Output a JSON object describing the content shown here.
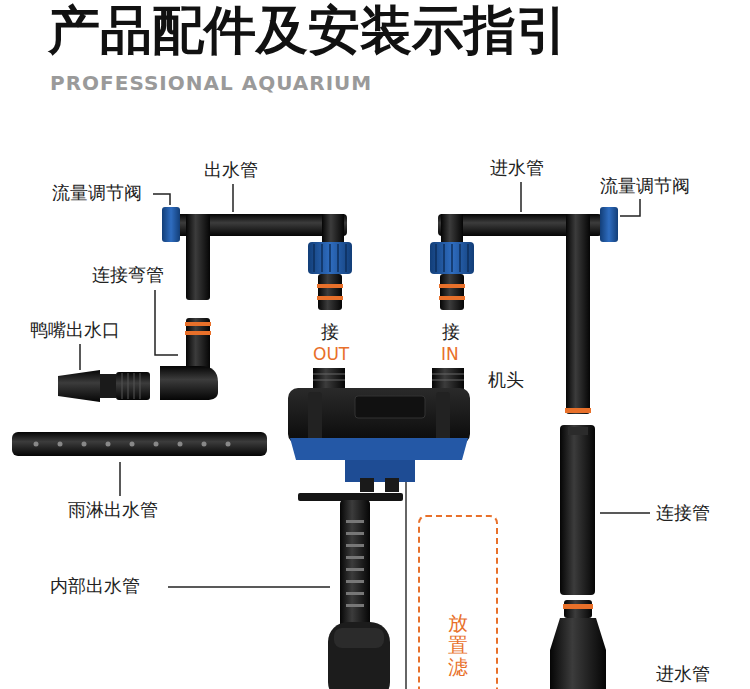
{
  "diagram": {
    "title": "产品配件及安装示指引",
    "nodes": [
      {
        "text": [
          "放置滤"
        ]
      }
    ],
    "edges": [],
    "labels": [
      "PROFESSIONAL AQUARIUM",
      "出水管",
      "流量调节阀",
      "连接弯管",
      "鸭嘴出水口",
      "雨淋出水管",
      "内部出水管",
      "接",
      "OUT",
      "接",
      "IN",
      "机头",
      "进水管",
      "流量调节阀",
      "连接管",
      "进水管"
    ]
  }
}
